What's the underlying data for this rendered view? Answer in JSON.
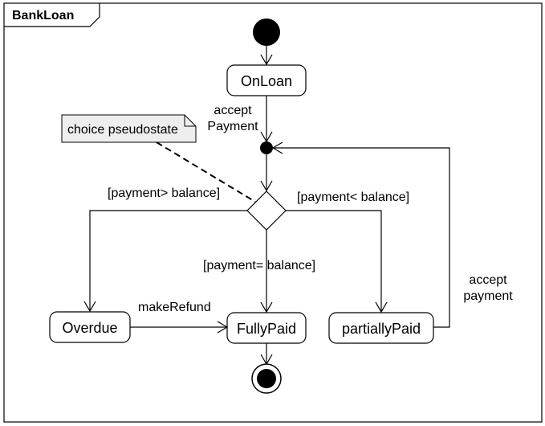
{
  "frame": {
    "title": "BankLoan"
  },
  "states": {
    "on_loan": "OnLoan",
    "overdue": "Overdue",
    "fully_paid": "FullyPaid",
    "partially_paid": "partiallyPaid"
  },
  "note": {
    "text": "choice pseudostate"
  },
  "transitions": {
    "accept_payment_top": [
      "accept",
      "Payment"
    ],
    "guard_greater": "[payment> balance]",
    "guard_less": "[payment< balance]",
    "guard_equal": "[payment= balance]",
    "make_refund": "makeRefund",
    "accept_payment_loop": [
      "accept",
      "payment"
    ]
  }
}
